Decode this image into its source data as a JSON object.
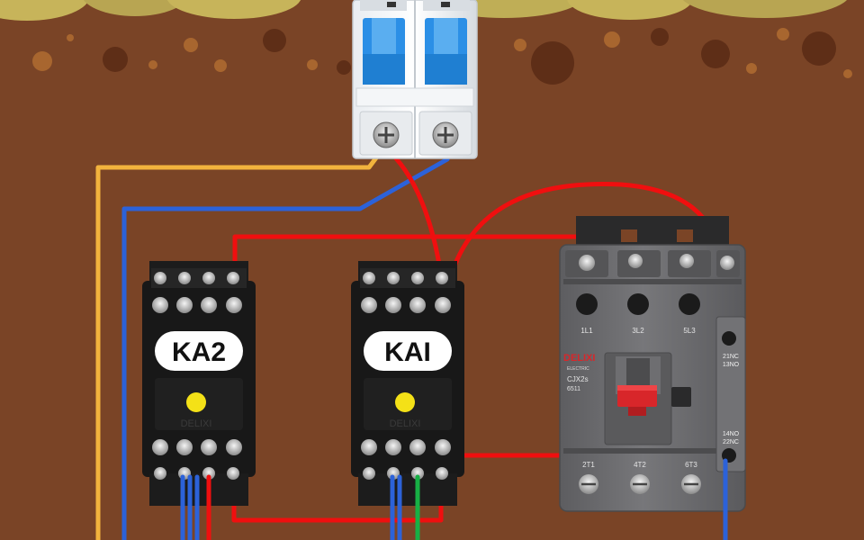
{
  "relay_left": {
    "label": "KA2",
    "brand_text": "DELIXI"
  },
  "relay_right": {
    "label": "KAI",
    "brand_text": "DELIXI"
  },
  "contactor": {
    "brand": "DELIXI",
    "brand_sub": "ELECTRIC",
    "model": "CJX2s",
    "model_sub": "6511",
    "top_terminals": [
      "1L1",
      "3L2",
      "5L3"
    ],
    "bottom_terminals": [
      "2T1",
      "4T2",
      "6T3"
    ],
    "aux_nc": [
      "21NC",
      "13NO"
    ],
    "aux_no": [
      "14NO",
      "22NC"
    ]
  },
  "colors": {
    "background": "#7a4426",
    "wire_live": "#f00f0f",
    "wire_neutral": "#2c62d9",
    "wire_yellow": "#f2b33d",
    "wire_green": "#17b045",
    "relay_body": "#181818",
    "contactor_body": "#6b6b6d",
    "breaker_lever": "#2b8fe6",
    "led": "#f4e117"
  }
}
